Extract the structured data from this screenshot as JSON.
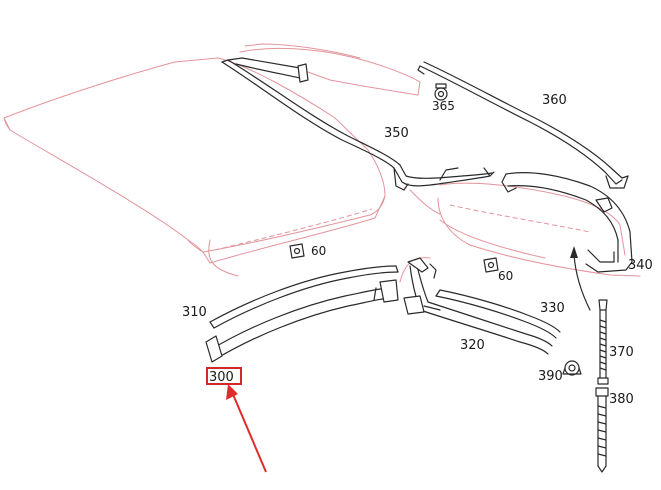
{
  "callouts": {
    "c60a": "60",
    "c60b": "60",
    "c300": "300",
    "c310": "310",
    "c320": "320",
    "c330": "330",
    "c340": "340",
    "c350": "350",
    "c360": "360",
    "c365": "365",
    "c370": "370",
    "c380": "380",
    "c390": "390"
  },
  "colors": {
    "outline": "#e3949b",
    "parts": "#2a2a2a",
    "highlight": "#d0282b",
    "arrow": "#e02b2b"
  },
  "highlighted_callout": "300"
}
